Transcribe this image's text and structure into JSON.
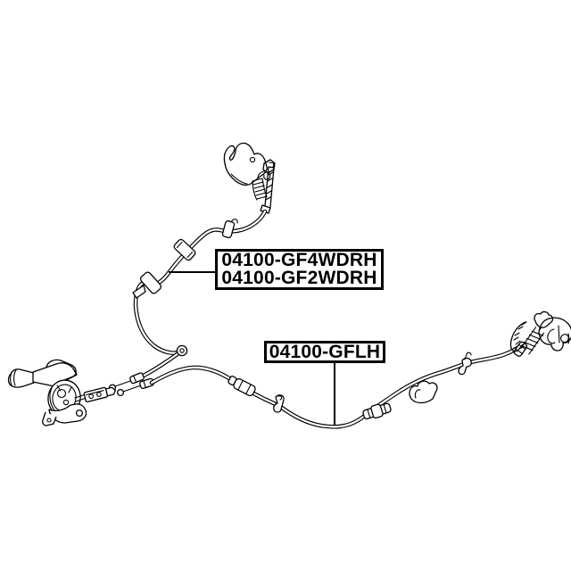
{
  "page": {
    "background_color": "#ffffff",
    "line_color": "#000000"
  },
  "diagram": {
    "kind": "parking-brake-cable-parts-diagram",
    "labels": {
      "upper_cable": {
        "line1": "04100-GF4WDRH",
        "line2": "04100-GF2WDRH"
      },
      "lower_cable": {
        "line1": "04100-GFLH"
      }
    }
  }
}
